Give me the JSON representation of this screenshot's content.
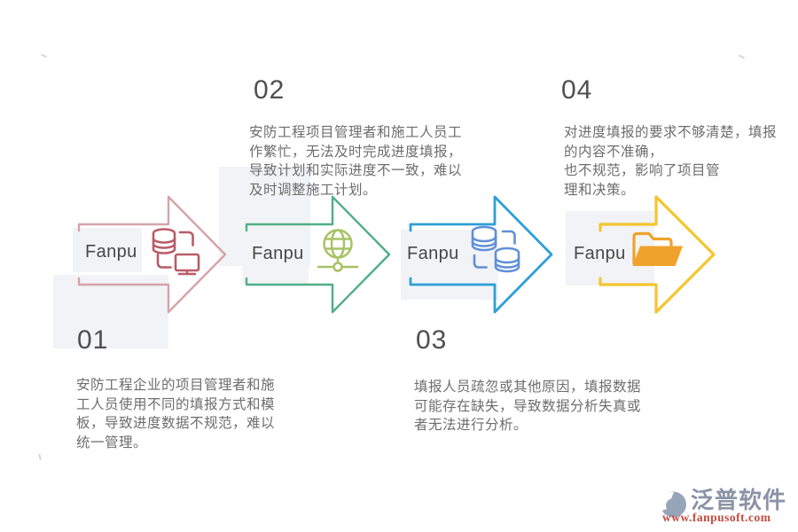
{
  "steps": [
    {
      "number": "01",
      "label": "Fanpu",
      "icon": "database-monitor-icon",
      "description": "安防工程企业的项目管理者和施\n工人员使用不同的填报方式和模\n板，导致进度数据不规范，难以\n统一管理。"
    },
    {
      "number": "02",
      "label": "Fanpu",
      "icon": "globe-network-icon",
      "description": "安防工程项目管理者和施工人员工\n作繁忙，无法及时完成进度填报，\n导致计划和实际进度不一致，难以\n及时调整施工计划。"
    },
    {
      "number": "03",
      "label": "Fanpu",
      "icon": "database-sync-icon",
      "description": "填报人员疏忽或其他原因，填报数据\n可能存在缺失，导致数据分析失真或\n者无法进行分析。"
    },
    {
      "number": "04",
      "label": "Fanpu",
      "icon": "folder-icon",
      "description": "对进度填报的要求不够清楚，填报的内容不准确，\n也不规范，影响了项目管\n理和决策。"
    }
  ],
  "colors": {
    "step1_arrow": "#d5a3a8",
    "step1_icon": "#b95c68",
    "step2_arrow": "#4fae87",
    "step2_icon": "#a8c266",
    "step3_arrow": "#2d9fd8",
    "step3_icon": "#6090d8",
    "step4_arrow": "#f4c52e",
    "step4_icon": "#f0a32c",
    "panel_background": "#f2f3f6",
    "logo_mark": "#97a5b9",
    "logo_brand_text": "#8b93a6",
    "logo_url_text": "#c24b40"
  },
  "watermark": {
    "brand": "泛普软件",
    "url": "www.fanpusoft.com"
  }
}
